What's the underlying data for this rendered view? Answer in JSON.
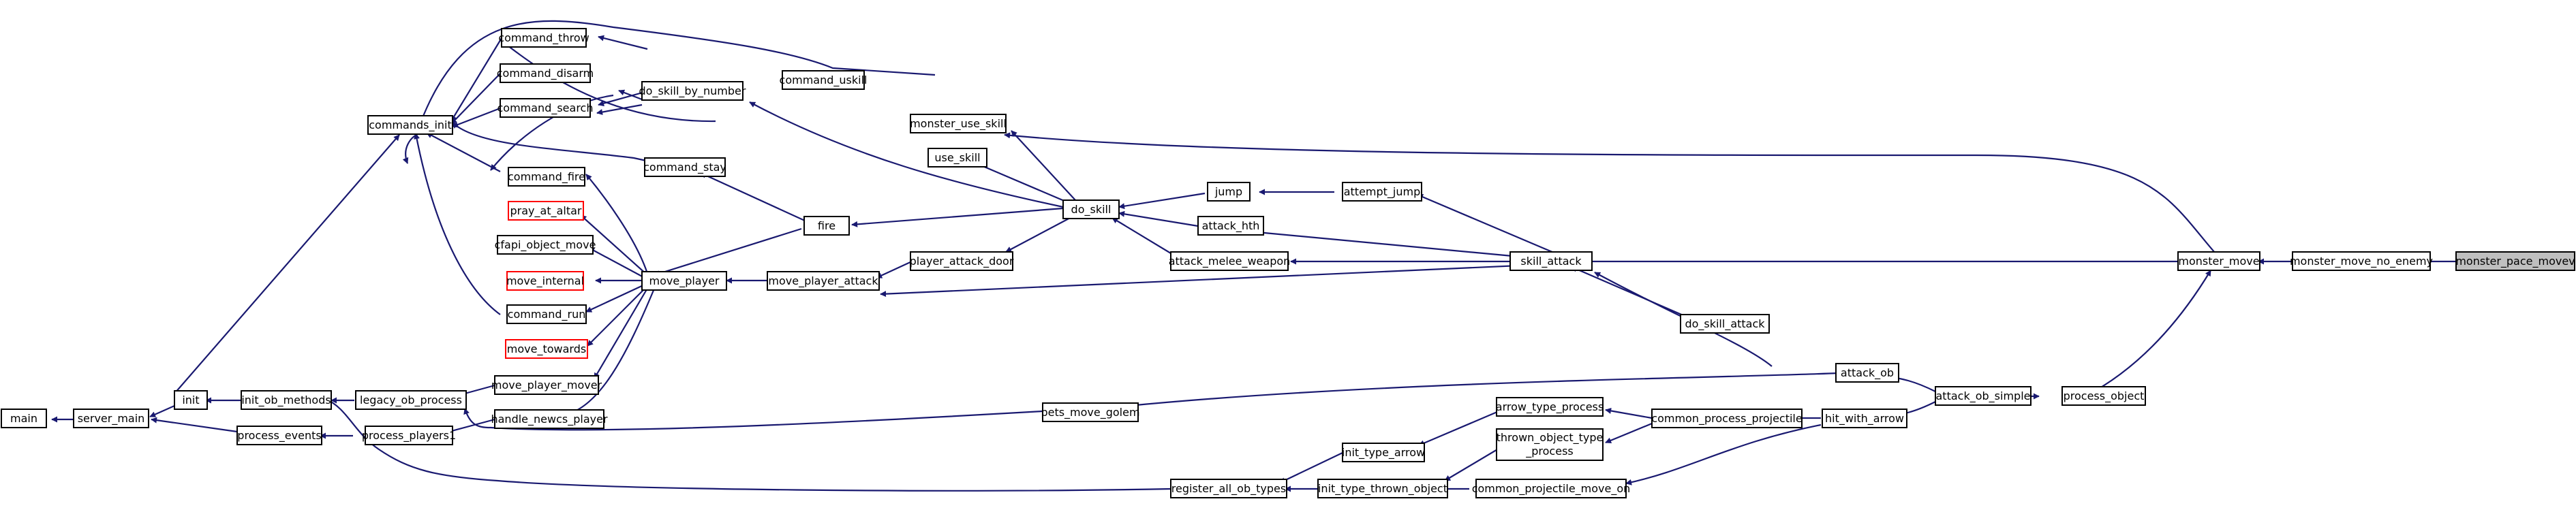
{
  "graph": {
    "nodes": [
      {
        "id": "monster_pace_movev",
        "label": "monster_pace_movev"
      },
      {
        "id": "monster_move_no_enemy",
        "label": "monster_move_no_enemy"
      },
      {
        "id": "monster_move",
        "label": "monster_move"
      },
      {
        "id": "skill_attack",
        "label": "skill_attack"
      },
      {
        "id": "monster_use_skill",
        "label": "monster_use_skill"
      },
      {
        "id": "process_object",
        "label": "process_object"
      },
      {
        "id": "attack_ob_simple",
        "label": "attack_ob_simple"
      },
      {
        "id": "attack_ob",
        "label": "attack_ob"
      },
      {
        "id": "hit_with_arrow",
        "label": "hit_with_arrow"
      },
      {
        "id": "do_skill_attack",
        "label": "do_skill_attack"
      },
      {
        "id": "attempt_jump",
        "label": "attempt_jump"
      },
      {
        "id": "common_process_projectile",
        "label": "common_process_projectile"
      },
      {
        "id": "common_projectile_move_on",
        "label": "common_projectile_move_on"
      },
      {
        "id": "arrow_type_process",
        "label": "arrow_type_process"
      },
      {
        "id": "thrown_object_type_process",
        "label_line1": "thrown_object_type",
        "label_line2": "_process"
      },
      {
        "id": "init_type_arrow",
        "label": "init_type_arrow"
      },
      {
        "id": "init_type_thrown_object",
        "label": "init_type_thrown_object"
      },
      {
        "id": "register_all_ob_types",
        "label": "register_all_ob_types"
      },
      {
        "id": "jump",
        "label": "jump"
      },
      {
        "id": "attack_hth",
        "label": "attack_hth"
      },
      {
        "id": "attack_melee_weapon",
        "label": "attack_melee_weapon"
      },
      {
        "id": "do_skill",
        "label": "do_skill"
      },
      {
        "id": "player_attack_door",
        "label": "player_attack_door"
      },
      {
        "id": "move_player_attack",
        "label": "move_player_attack"
      },
      {
        "id": "pets_move_golem",
        "label": "pets_move_golem"
      },
      {
        "id": "command_uskill",
        "label": "command_uskill"
      },
      {
        "id": "use_skill",
        "label": "use_skill"
      },
      {
        "id": "fire",
        "label": "fire"
      },
      {
        "id": "move_player",
        "label": "move_player"
      },
      {
        "id": "do_skill_by_number",
        "label": "do_skill_by_number"
      },
      {
        "id": "command_stay",
        "label": "command_stay"
      },
      {
        "id": "command_throw",
        "label": "command_throw"
      },
      {
        "id": "command_disarm",
        "label": "command_disarm"
      },
      {
        "id": "command_search",
        "label": "command_search"
      },
      {
        "id": "command_fire",
        "label": "command_fire"
      },
      {
        "id": "pray_at_altar",
        "label": "pray_at_altar"
      },
      {
        "id": "cfapi_object_move",
        "label": "cfapi_object_move"
      },
      {
        "id": "move_internal",
        "label": "move_internal"
      },
      {
        "id": "command_run",
        "label": "command_run"
      },
      {
        "id": "move_towards",
        "label": "move_towards"
      },
      {
        "id": "move_player_mover",
        "label": "move_player_mover"
      },
      {
        "id": "handle_newcs_player",
        "label": "handle_newcs_player"
      },
      {
        "id": "commands_init",
        "label": "commands_init"
      },
      {
        "id": "legacy_ob_process",
        "label": "legacy_ob_process"
      },
      {
        "id": "process_players1",
        "label": "process_players1"
      },
      {
        "id": "init_ob_methods",
        "label": "init_ob_methods"
      },
      {
        "id": "process_events",
        "label": "process_events"
      },
      {
        "id": "init",
        "label": "init"
      },
      {
        "id": "server_main",
        "label": "server_main"
      },
      {
        "id": "main",
        "label": "main"
      }
    ],
    "colors": {
      "edge": "#191970",
      "focus_fill": "#bfbfbf",
      "node_border": "#000000",
      "undocumented_border": "#ff0000"
    }
  }
}
